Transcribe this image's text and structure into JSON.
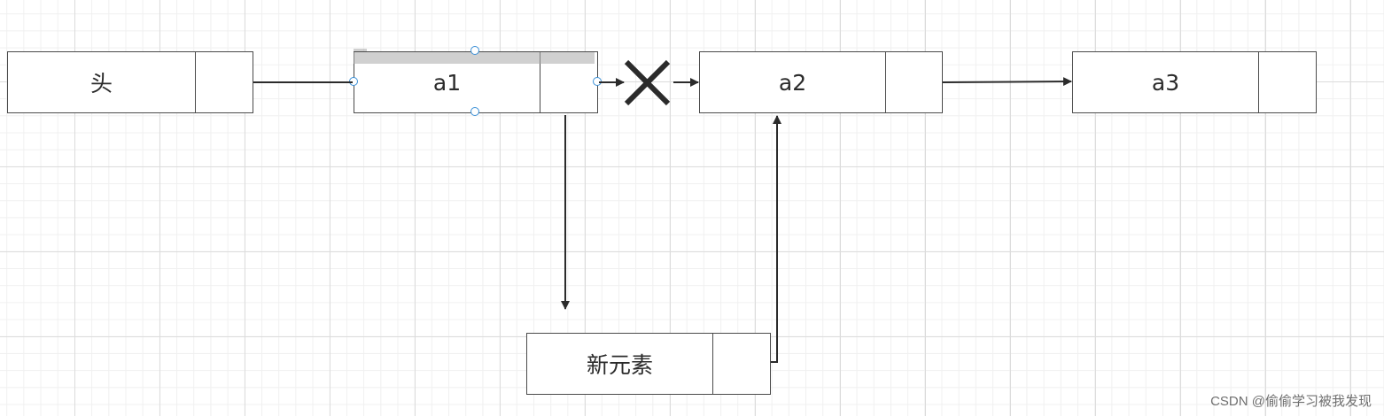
{
  "nodes": {
    "head": {
      "label": "头"
    },
    "a1": {
      "label": "a1"
    },
    "a2": {
      "label": "a2"
    },
    "a3": {
      "label": "a3"
    },
    "new_element": {
      "label": "新元素"
    }
  },
  "colors": {
    "line": "#2b2b2b",
    "border": "#4a4a4a",
    "grid": "#dcdcdc",
    "selection_handle": "#3a8fd6"
  },
  "watermark": "CSDN @偷偷学习被我发现"
}
